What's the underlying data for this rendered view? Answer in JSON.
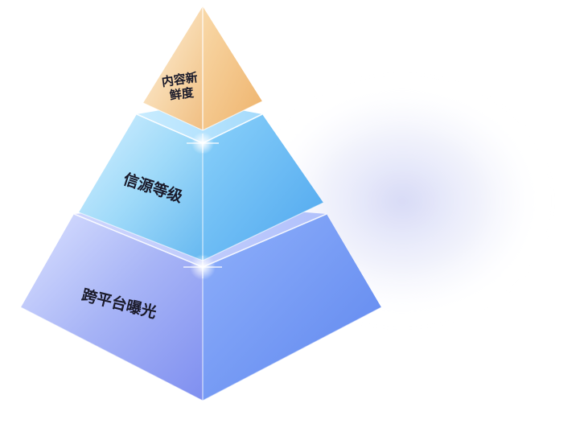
{
  "pyramid": {
    "tiers": [
      {
        "label_lines": [
          "内容新",
          "鲜度"
        ],
        "color": "#f2c48a"
      },
      {
        "label_lines": [
          "信源等级"
        ],
        "color": "#7ec8f5"
      },
      {
        "label_lines": [
          "跨平台曝光"
        ],
        "color": "#8d9df0"
      }
    ]
  }
}
